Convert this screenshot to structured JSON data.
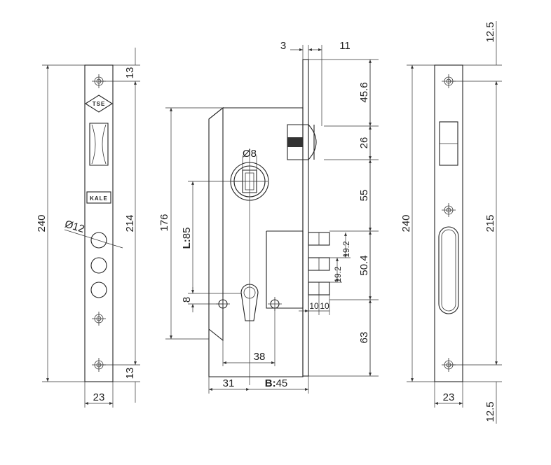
{
  "dimensions": {
    "faceplate_left": {
      "height": "240",
      "inner": "214",
      "top_margin": "13",
      "bottom_margin": "13",
      "width": "23",
      "hole": "Ø12"
    },
    "lock_body": {
      "height": "176",
      "backset_prefix": "B:",
      "backset_value": "45",
      "center_distance_prefix": "L:",
      "center_distance_value": "85",
      "spindle": "Ø8",
      "cylinder_screw_span": "38",
      "edge_offset": "31",
      "screw_height": "8",
      "plate_thickness": "3",
      "latch_offset": "11"
    },
    "right_column": {
      "top": "45.6",
      "latch": "26",
      "gap": "55",
      "deadbolt": "50.4",
      "bottom": "63",
      "bolt_step_a": "19.2",
      "bolt_step_b": "19.2",
      "bolt_width_a": "10",
      "bolt_width_b": "10"
    },
    "strike_plate": {
      "height": "240",
      "inner": "215",
      "top_margin": "12.5",
      "bottom_margin": "12.5",
      "width": "23"
    }
  },
  "logos": {
    "tse": "TSE",
    "kale": "KALE"
  }
}
